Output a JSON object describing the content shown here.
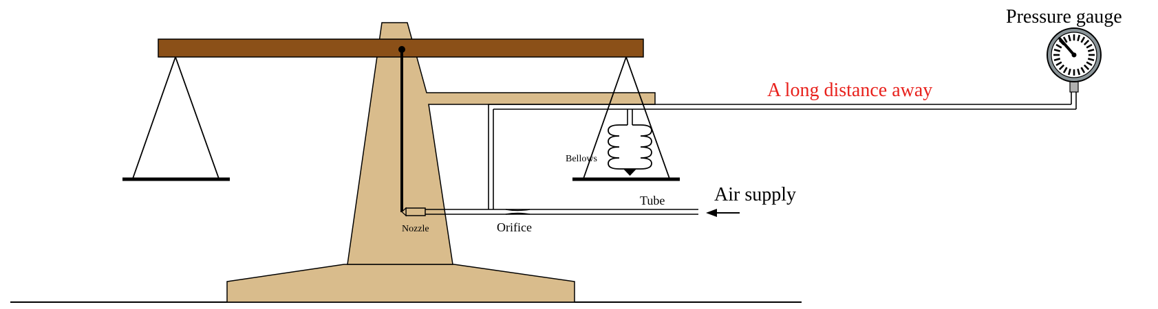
{
  "labels": {
    "pressure_gauge": "Pressure gauge",
    "long_distance": "A long distance away",
    "air_supply": "Air supply",
    "tube": "Tube",
    "bellows": "Bellows",
    "nozzle": "Nozzle",
    "orifice": "Orifice"
  },
  "colors": {
    "beam": "#8b5018",
    "stand": "#d9bc8c",
    "accent_text": "#e8211c",
    "gauge_face": "#8a9498"
  }
}
